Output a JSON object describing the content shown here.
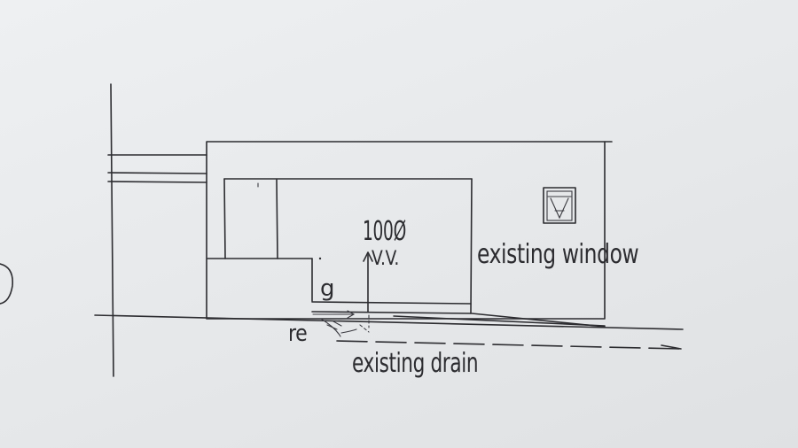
{
  "labels": {
    "pipe_size": "100Ø",
    "vent": "V.V.",
    "existing_window": "existing window",
    "g": "g",
    "re": "re",
    "existing_drain": "existing drain"
  },
  "colors": {
    "paper": "#e9ebed",
    "ink": "#2c2c30"
  },
  "icons": {
    "window": "window-icon"
  }
}
